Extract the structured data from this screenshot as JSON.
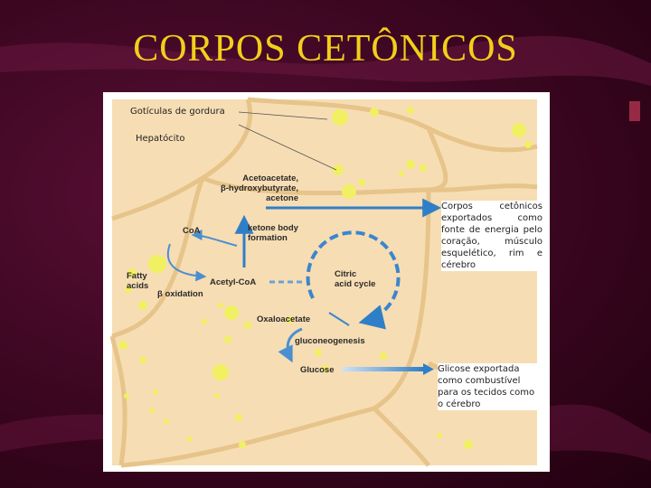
{
  "slide": {
    "title": "CORPOS CETÔNICOS"
  },
  "labels": {
    "fat_droplets": "Gotículas de gordura",
    "hepatocyte": "Hepatócito"
  },
  "pathway": {
    "acetoacetate_line1": "Acetoacetate,",
    "acetoacetate_line2": "β-hydroxybutyrate,",
    "acetoacetate_line3": "acetone",
    "coa": "CoA",
    "ketone_line1": "ketone body",
    "ketone_line2": "formation",
    "fatty_line1": "Fatty",
    "fatty_line2": "acids",
    "beta_oxidation": "β oxidation",
    "acetyl_coa": "Acetyl-CoA",
    "citric_line1": "Citric",
    "citric_line2": "acid cycle",
    "oxaloacetate": "Oxaloacetate",
    "gluconeogenesis": "gluconeogenesis",
    "glucose": "Glucose"
  },
  "captions": {
    "ketone_export": "Corpos cetônicos exportados como fonte de energia pelo coração, músculo esquelético, rim e cérebro",
    "glucose_export": "Glicose exportada como combustível para os tecidos como o cérebro"
  },
  "colors": {
    "title": "#f2cf1a",
    "cell_fill": "#f7ddb4",
    "membrane": "#e6c48a",
    "droplet": "#f0f062",
    "arrow_blue": "#2f7fc8"
  }
}
